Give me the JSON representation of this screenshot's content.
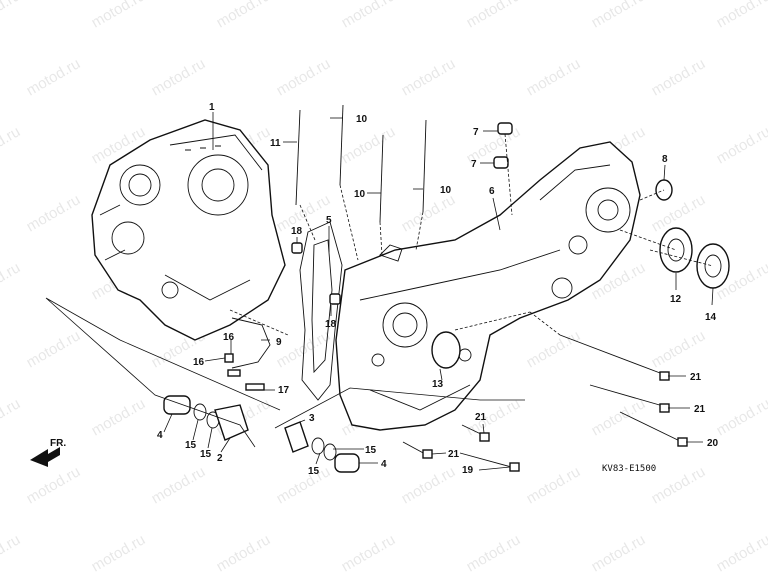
{
  "watermark": "motod.ru",
  "drawing_code": "KV83-E1500",
  "front_label": "FR.",
  "callouts": {
    "c1": "1",
    "c2": "2",
    "c3": "3",
    "c4a": "4",
    "c4b": "4",
    "c5": "5",
    "c6": "6",
    "c7a": "7",
    "c7b": "7",
    "c8": "8",
    "c9": "9",
    "c10a": "10",
    "c10b": "10",
    "c10c": "10",
    "c11": "11",
    "c12": "12",
    "c13": "13",
    "c14": "14",
    "c15a": "15",
    "c15b": "15",
    "c15c": "15",
    "c15d": "15",
    "c16a": "16",
    "c16b": "16",
    "c17": "17",
    "c18a": "18",
    "c18b": "18",
    "c19": "19",
    "c20": "20",
    "c21a": "21",
    "c21b": "21",
    "c21c": "21",
    "c21d": "21"
  }
}
